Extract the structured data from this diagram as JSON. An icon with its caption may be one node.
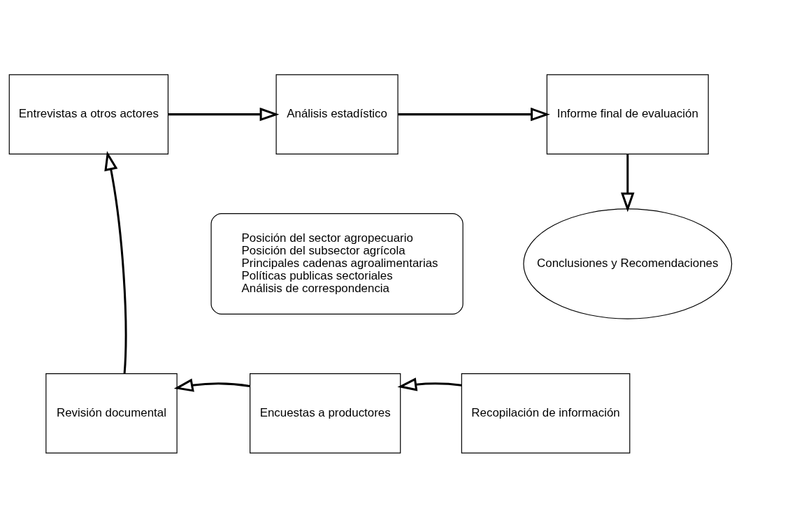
{
  "diagram": {
    "nodes": [
      {
        "text": [
          "Entrevistas a otros actores"
        ]
      },
      {
        "text": [
          "Análisis estadístico"
        ]
      },
      {
        "text": [
          "Informe final de evaluación"
        ]
      },
      {
        "text": [
          "Posición del sector agropecuario",
          "Posición del subsector agrícola",
          "Principales cadenas agroalimentarias",
          "Políticas publicas sectoriales",
          "Análisis de correspondencia"
        ]
      },
      {
        "text": [
          "Conclusiones y Recomendaciones"
        ]
      },
      {
        "text": [
          "Revisión documental"
        ]
      },
      {
        "text": [
          "Encuestas a productores"
        ]
      },
      {
        "text": [
          "Recopilación de información"
        ]
      }
    ],
    "edges": [
      {
        "from": 0,
        "to": 1,
        "arrow": "to"
      },
      {
        "from": 1,
        "to": 2,
        "arrow": "to"
      },
      {
        "from": 2,
        "to": 4,
        "arrow": "to"
      },
      {
        "from": 7,
        "to": 6,
        "arrow": "to"
      },
      {
        "from": 6,
        "to": 5,
        "arrow": "to"
      },
      {
        "from": 5,
        "to": 0,
        "arrow": "to"
      }
    ]
  }
}
